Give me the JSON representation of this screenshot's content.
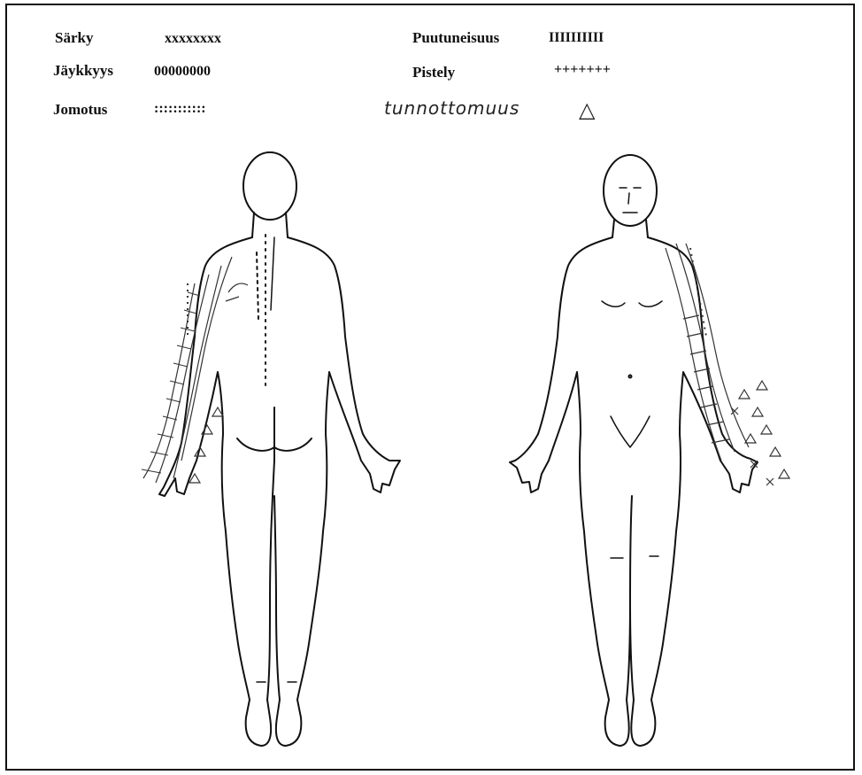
{
  "legend": {
    "items": [
      {
        "label": "Särky",
        "symbol": "xxxxxxxx"
      },
      {
        "label": "Jäykkyys",
        "symbol": "00000000"
      },
      {
        "label": "Jomotus",
        "symbol": ":::::::::::"
      },
      {
        "label": "Puutuneisuus",
        "symbol": "IIIIIIIIII"
      },
      {
        "label": "Pistely",
        "symbol": "+++++++"
      },
      {
        "label": "tunnottomuus",
        "symbol": "△"
      }
    ]
  },
  "colors": {
    "line": "#111111",
    "paper": "#ffffff"
  }
}
